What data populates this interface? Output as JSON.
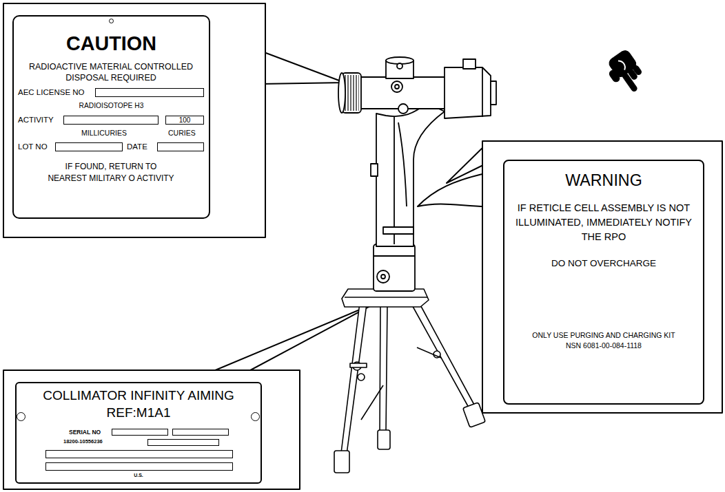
{
  "diagram": {
    "nodes": [
      {
        "text": [
          "CAUTION",
          "RADIOACTIVE MATERIAL CONTROLLED DISPOSAL REQUIRED",
          "AEC LICENSE NO",
          "RADIOISOTOPE H3",
          "ACTIVITY",
          "100",
          "MILLICURIES",
          "CURIES",
          "LOT NO",
          "DATE",
          "IF FOUND, RETURN TO NEAREST MILITARY O ACTIVITY"
        ]
      },
      {
        "text": [
          "WARNING",
          "IF RETICLE CELL ASSEMBLY IS NOT ILLUMINATED, IMMEDIATELY NOTIFY THE RPO",
          "DO NOT OVERCHARGE",
          "ONLY USE PURGING AND CHARGING KIT NSN 6081-00-084-1118"
        ]
      },
      {
        "text": [
          "COLLIMATOR INFINITY AIMING REF:M1A1",
          "SERIAL NO",
          "18200-10556236",
          "U.S."
        ]
      }
    ]
  }
}
